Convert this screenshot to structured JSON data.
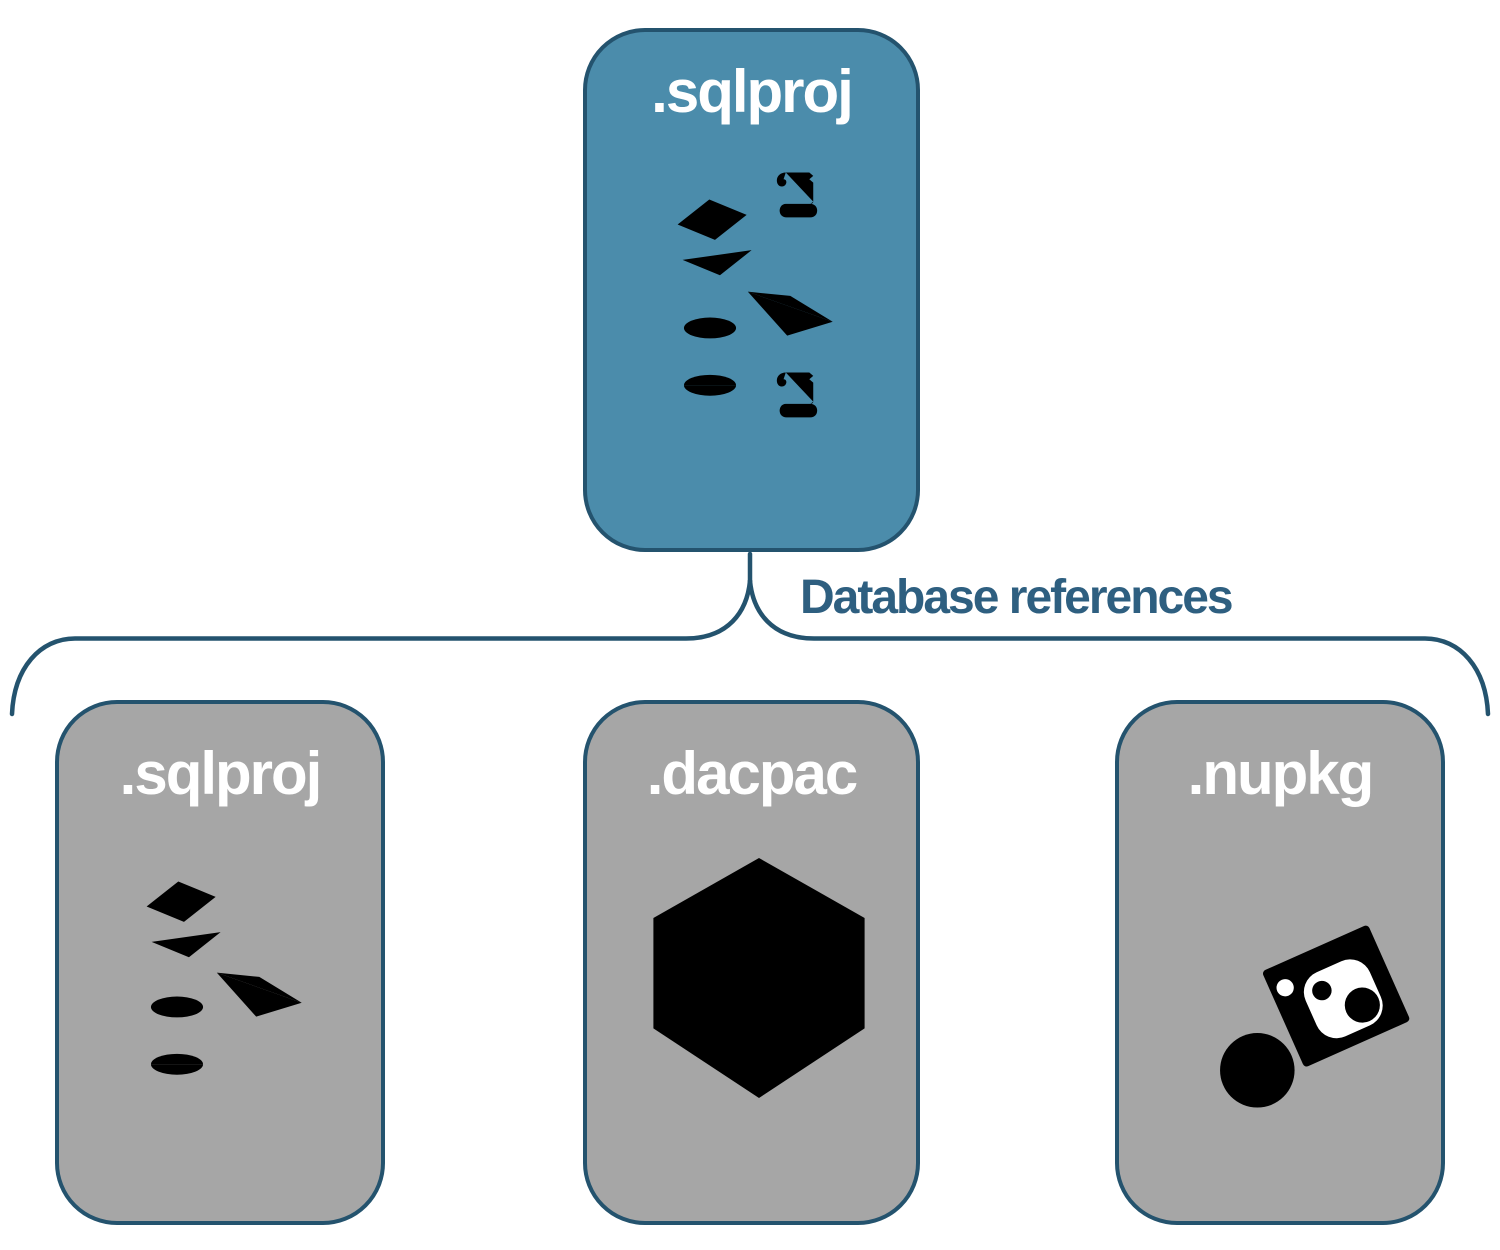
{
  "diagram": {
    "root": {
      "label": ".sqlproj",
      "icons": [
        "cube-icon",
        "scroll-icon",
        "pyramid-icon",
        "cylinder-icon",
        "scroll-icon"
      ]
    },
    "connector_label": "Database references",
    "children": [
      {
        "label": ".sqlproj",
        "icons": [
          "cube-icon",
          "pyramid-icon",
          "cylinder-icon"
        ]
      },
      {
        "label": ".dacpac",
        "icons": [
          "package-box-icon"
        ]
      },
      {
        "label": ".nupkg",
        "icons": [
          "hand-truck-icon"
        ]
      }
    ]
  },
  "colors": {
    "background": "#ffffff",
    "root-fill": "#4b8cab",
    "child-fill": "#a6a6a6",
    "outline": "#24536e",
    "label-text": "#ffffff",
    "connector-text": "#2e5f80",
    "icon-stroke": "#ffffff"
  }
}
